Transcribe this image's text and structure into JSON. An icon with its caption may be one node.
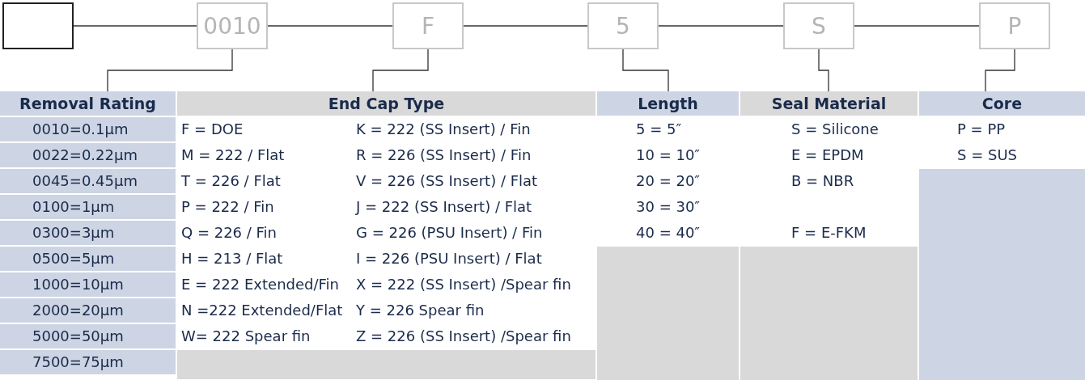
{
  "diagram": {
    "nodes": [
      {
        "text": [],
        "shape": "box"
      },
      {
        "text": [
          "0010"
        ]
      },
      {
        "text": [
          "F"
        ]
      },
      {
        "text": [
          "5"
        ]
      },
      {
        "text": [
          "S"
        ]
      },
      {
        "text": [
          "P"
        ]
      },
      {
        "text": [
          "Removal Rating"
        ]
      },
      {
        "text": [
          "End Cap Type"
        ]
      },
      {
        "text": [
          "Length"
        ]
      },
      {
        "text": [
          "Seal Material"
        ]
      },
      {
        "text": [
          "Core"
        ]
      }
    ],
    "edges": [
      {
        "from": 0,
        "to": 1,
        "arrow": "none"
      },
      {
        "from": 1,
        "to": 2,
        "arrow": "none"
      },
      {
        "from": 2,
        "to": 3,
        "arrow": "none"
      },
      {
        "from": 3,
        "to": 4,
        "arrow": "none"
      },
      {
        "from": 4,
        "to": 5,
        "arrow": "none"
      },
      {
        "from": 1,
        "to": 6,
        "arrow": "none"
      },
      {
        "from": 2,
        "to": 7,
        "arrow": "none"
      },
      {
        "from": 3,
        "to": 8,
        "arrow": "none"
      },
      {
        "from": 4,
        "to": 9,
        "arrow": "none"
      },
      {
        "from": 5,
        "to": 10,
        "arrow": "none"
      }
    ],
    "labels": [
      "0010=0.1µm",
      "F = DOE",
      "K = 222 (SS Insert) / Fin",
      "5 = 5″",
      "S = Silicone",
      "P = PP",
      "0022=0.22µm",
      "M = 222 / Flat",
      "R = 226 (SS Insert) / Fin",
      "10 = 10″",
      "E = EPDM",
      "S = SUS",
      "0045=0.45µm",
      "T = 226 / Flat",
      "V = 226 (SS Insert) / Flat",
      "20 = 20″",
      "B = NBR",
      "0100=1µm",
      "P = 222 / Fin",
      "J = 222 (SS Insert) / Flat",
      "30 = 30″",
      "0300=3µm",
      "Q = 226 / Fin",
      "G = 226 (PSU Insert) / Fin",
      "40 = 40″",
      "F = E-FKM",
      "0500=5µm",
      "H = 213 / Flat",
      "I = 226 (PSU Insert) / Flat",
      "1000=10µm",
      "E = 222 Extended/Fin",
      "X = 222 (SS Insert) /Spear fin",
      "2000=20µm",
      "N =222 Extended/Flat",
      "Y = 226 Spear fin",
      "5000=50µm",
      "W= 222 Spear fin",
      "Z = 226 (SS Insert) /Spear fin",
      "7500=75µm"
    ]
  }
}
